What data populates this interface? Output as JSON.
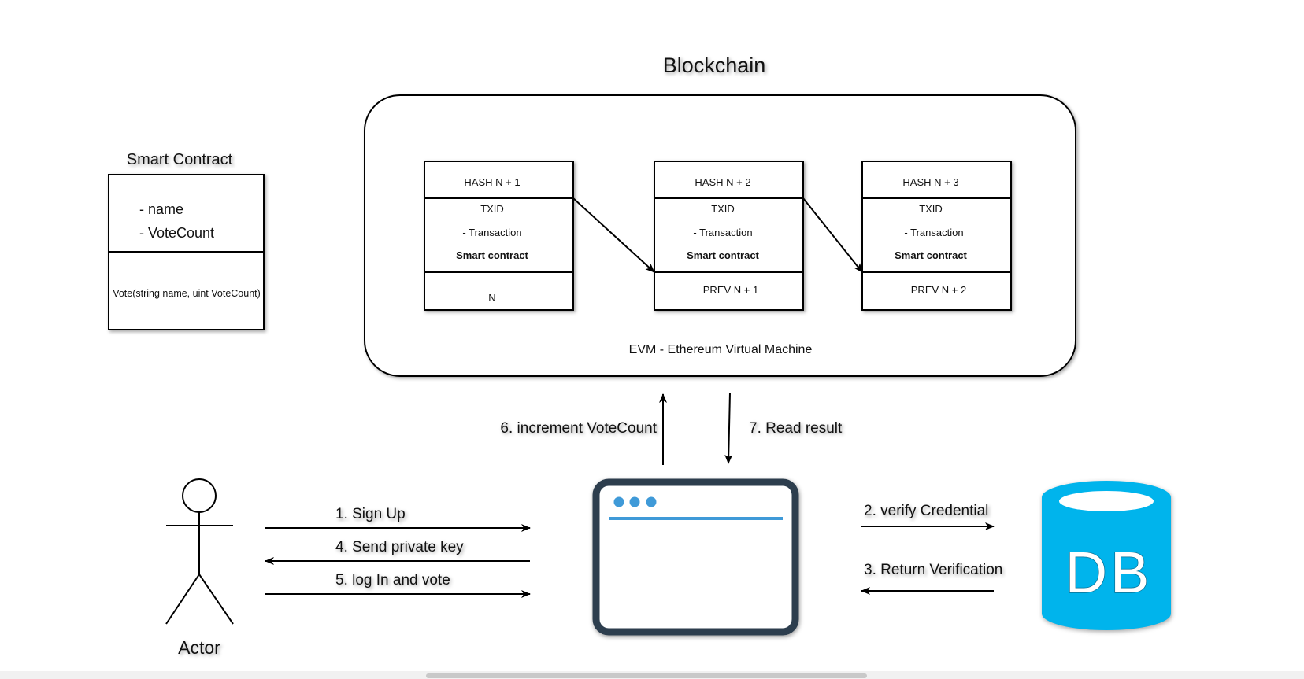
{
  "blockchain": {
    "title": "Blockchain",
    "evm_label": "EVM - Ethereum Virtual Machine",
    "blocks": [
      {
        "hash": "HASH N + 1",
        "txid": "TXID",
        "transaction": "- Transaction",
        "contract": "Smart contract",
        "prev": "N"
      },
      {
        "hash": "HASH N + 2",
        "txid": "TXID",
        "transaction": "- Transaction",
        "contract": "Smart contract",
        "prev": "PREV N + 1"
      },
      {
        "hash": "HASH N + 3",
        "txid": "TXID",
        "transaction": "- Transaction",
        "contract": "Smart contract",
        "prev": "PREV N + 2"
      }
    ]
  },
  "smart_contract": {
    "title": "Smart Contract",
    "attr1": "- name",
    "attr2": "- VoteCount",
    "method": "Vote(string name, uint VoteCount)"
  },
  "actor": {
    "label": "Actor"
  },
  "database": {
    "label": "DB",
    "color": "#00B4EC"
  },
  "app_window": {
    "frame_color": "#2D3E4E",
    "accent_color": "#3F9AD8"
  },
  "flows": {
    "sign_up": "1. Sign Up",
    "verify": "2. verify Credential",
    "return_verification": "3. Return Verification",
    "send_key": "4. Send private key",
    "login_vote": "5. log In and vote",
    "increment": "6. increment VoteCount",
    "read_result": "7. Read result"
  }
}
